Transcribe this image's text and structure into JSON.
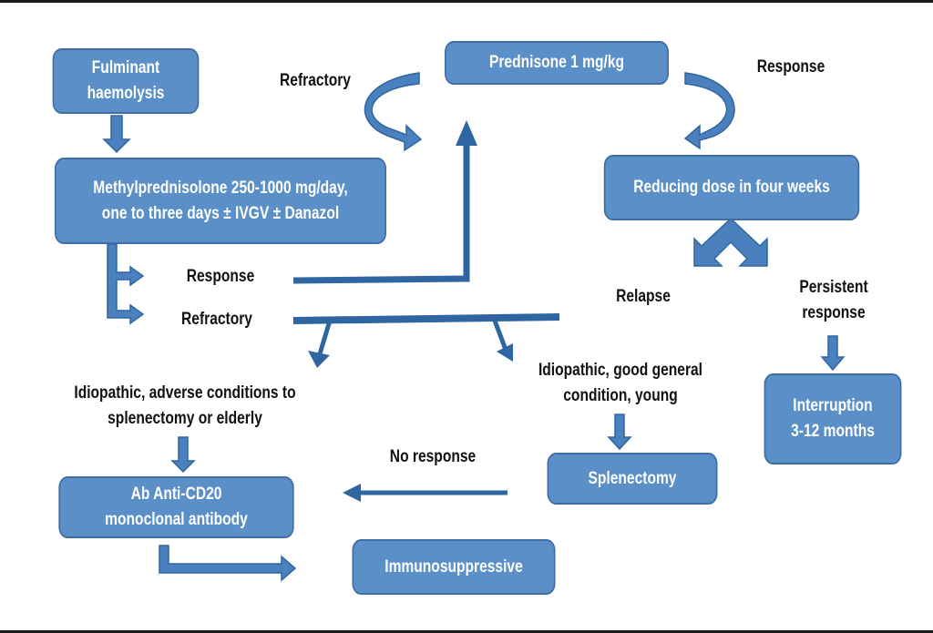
{
  "colors": {
    "box_fill": "#5b8fc7",
    "box_border": "#3e6ea4",
    "arrow": "#2f65a0",
    "arrow_light": "#4a80bd",
    "text_dark": "#111111",
    "text_light": "#ffffff"
  },
  "nodes": {
    "fulminant": "Fulminant\nhaemolysis",
    "methylpred": "Methylprednisolone 250-1000 mg/day,\none to three days ± IVGV ± Danazol",
    "prednisone": "Prednisone 1 mg/kg",
    "reducing": "Reducing dose in four weeks",
    "interruption": "Interruption\n3-12 months",
    "splenectomy": "Splenectomy",
    "anti_cd20": "Ab Anti-CD20\nmonoclonal antibody",
    "immunosuppressive": "Immunosuppressive"
  },
  "labels": {
    "refractory_top": "Refractory",
    "response_top": "Response",
    "response_mid": "Response",
    "refractory_mid": "Refractory",
    "relapse": "Relapse",
    "persistent_response": "Persistent\nresponse",
    "idiopathic_adverse": "Idiopathic, adverse conditions to\nsplenectomy or elderly",
    "idiopathic_good": "Idiopathic, good general\ncondition, young",
    "no_response": "No response"
  },
  "edges": [
    {
      "from": "fulminant",
      "to": "methylpred"
    },
    {
      "from": "methylpred",
      "to": "prednisone",
      "label": "response_mid"
    },
    {
      "from": "methylpred",
      "to": "refractory_branch",
      "label": "refractory_mid"
    },
    {
      "from": "prednisone",
      "to": "reducing",
      "label": "response_top"
    },
    {
      "from": "prednisone",
      "to": "methylpred_side",
      "label": "refractory_top"
    },
    {
      "from": "reducing",
      "to": "relapse_branch",
      "label": "relapse"
    },
    {
      "from": "reducing",
      "to": "interruption",
      "label": "persistent_response"
    },
    {
      "from": "refractory_branch",
      "to": "anti_cd20",
      "label": "idiopathic_adverse"
    },
    {
      "from": "refractory_branch",
      "to": "splenectomy",
      "label": "idiopathic_good"
    },
    {
      "from": "splenectomy",
      "to": "anti_cd20",
      "label": "no_response"
    },
    {
      "from": "anti_cd20",
      "to": "immunosuppressive"
    }
  ]
}
